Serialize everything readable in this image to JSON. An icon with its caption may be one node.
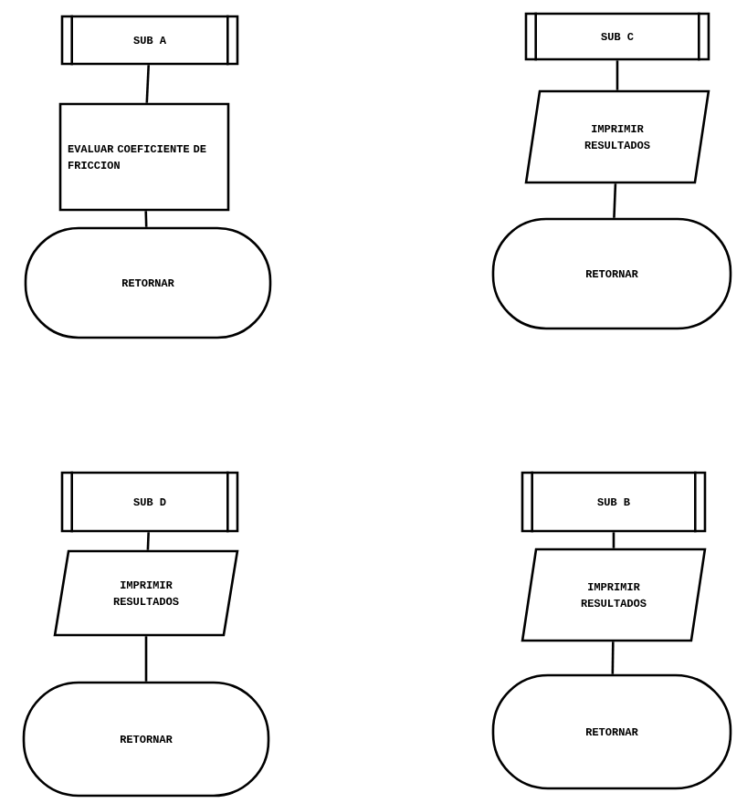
{
  "diagram": {
    "nodes": [
      {
        "text": [
          "SUB A"
        ]
      },
      {
        "text": [
          "EVALUAR COEFICIENTE DE FRICCION"
        ]
      },
      {
        "text": [
          "RETORNAR"
        ]
      },
      {
        "text": [
          "SUB C"
        ]
      },
      {
        "text": [
          "IMPRIMIR RESULTADOS"
        ]
      },
      {
        "text": [
          "RETORNAR"
        ]
      },
      {
        "text": [
          "SUB D"
        ]
      },
      {
        "text": [
          "IMPRIMIR RESULTADOS"
        ]
      },
      {
        "text": [
          "RETORNAR"
        ]
      },
      {
        "text": [
          "SUB B"
        ]
      },
      {
        "text": [
          "IMPRIMIR RESULTADOS"
        ]
      },
      {
        "text": [
          "RETORNAR"
        ]
      }
    ],
    "edges": [
      {
        "from": 0,
        "to": 1,
        "arrow": "none"
      },
      {
        "from": 1,
        "to": 2,
        "arrow": "none"
      },
      {
        "from": 3,
        "to": 4,
        "arrow": "none"
      },
      {
        "from": 4,
        "to": 5,
        "arrow": "none"
      },
      {
        "from": 6,
        "to": 7,
        "arrow": "none"
      },
      {
        "from": 7,
        "to": 8,
        "arrow": "none"
      },
      {
        "from": 9,
        "to": 10,
        "arrow": "none"
      },
      {
        "from": 10,
        "to": 11,
        "arrow": "none"
      }
    ]
  }
}
